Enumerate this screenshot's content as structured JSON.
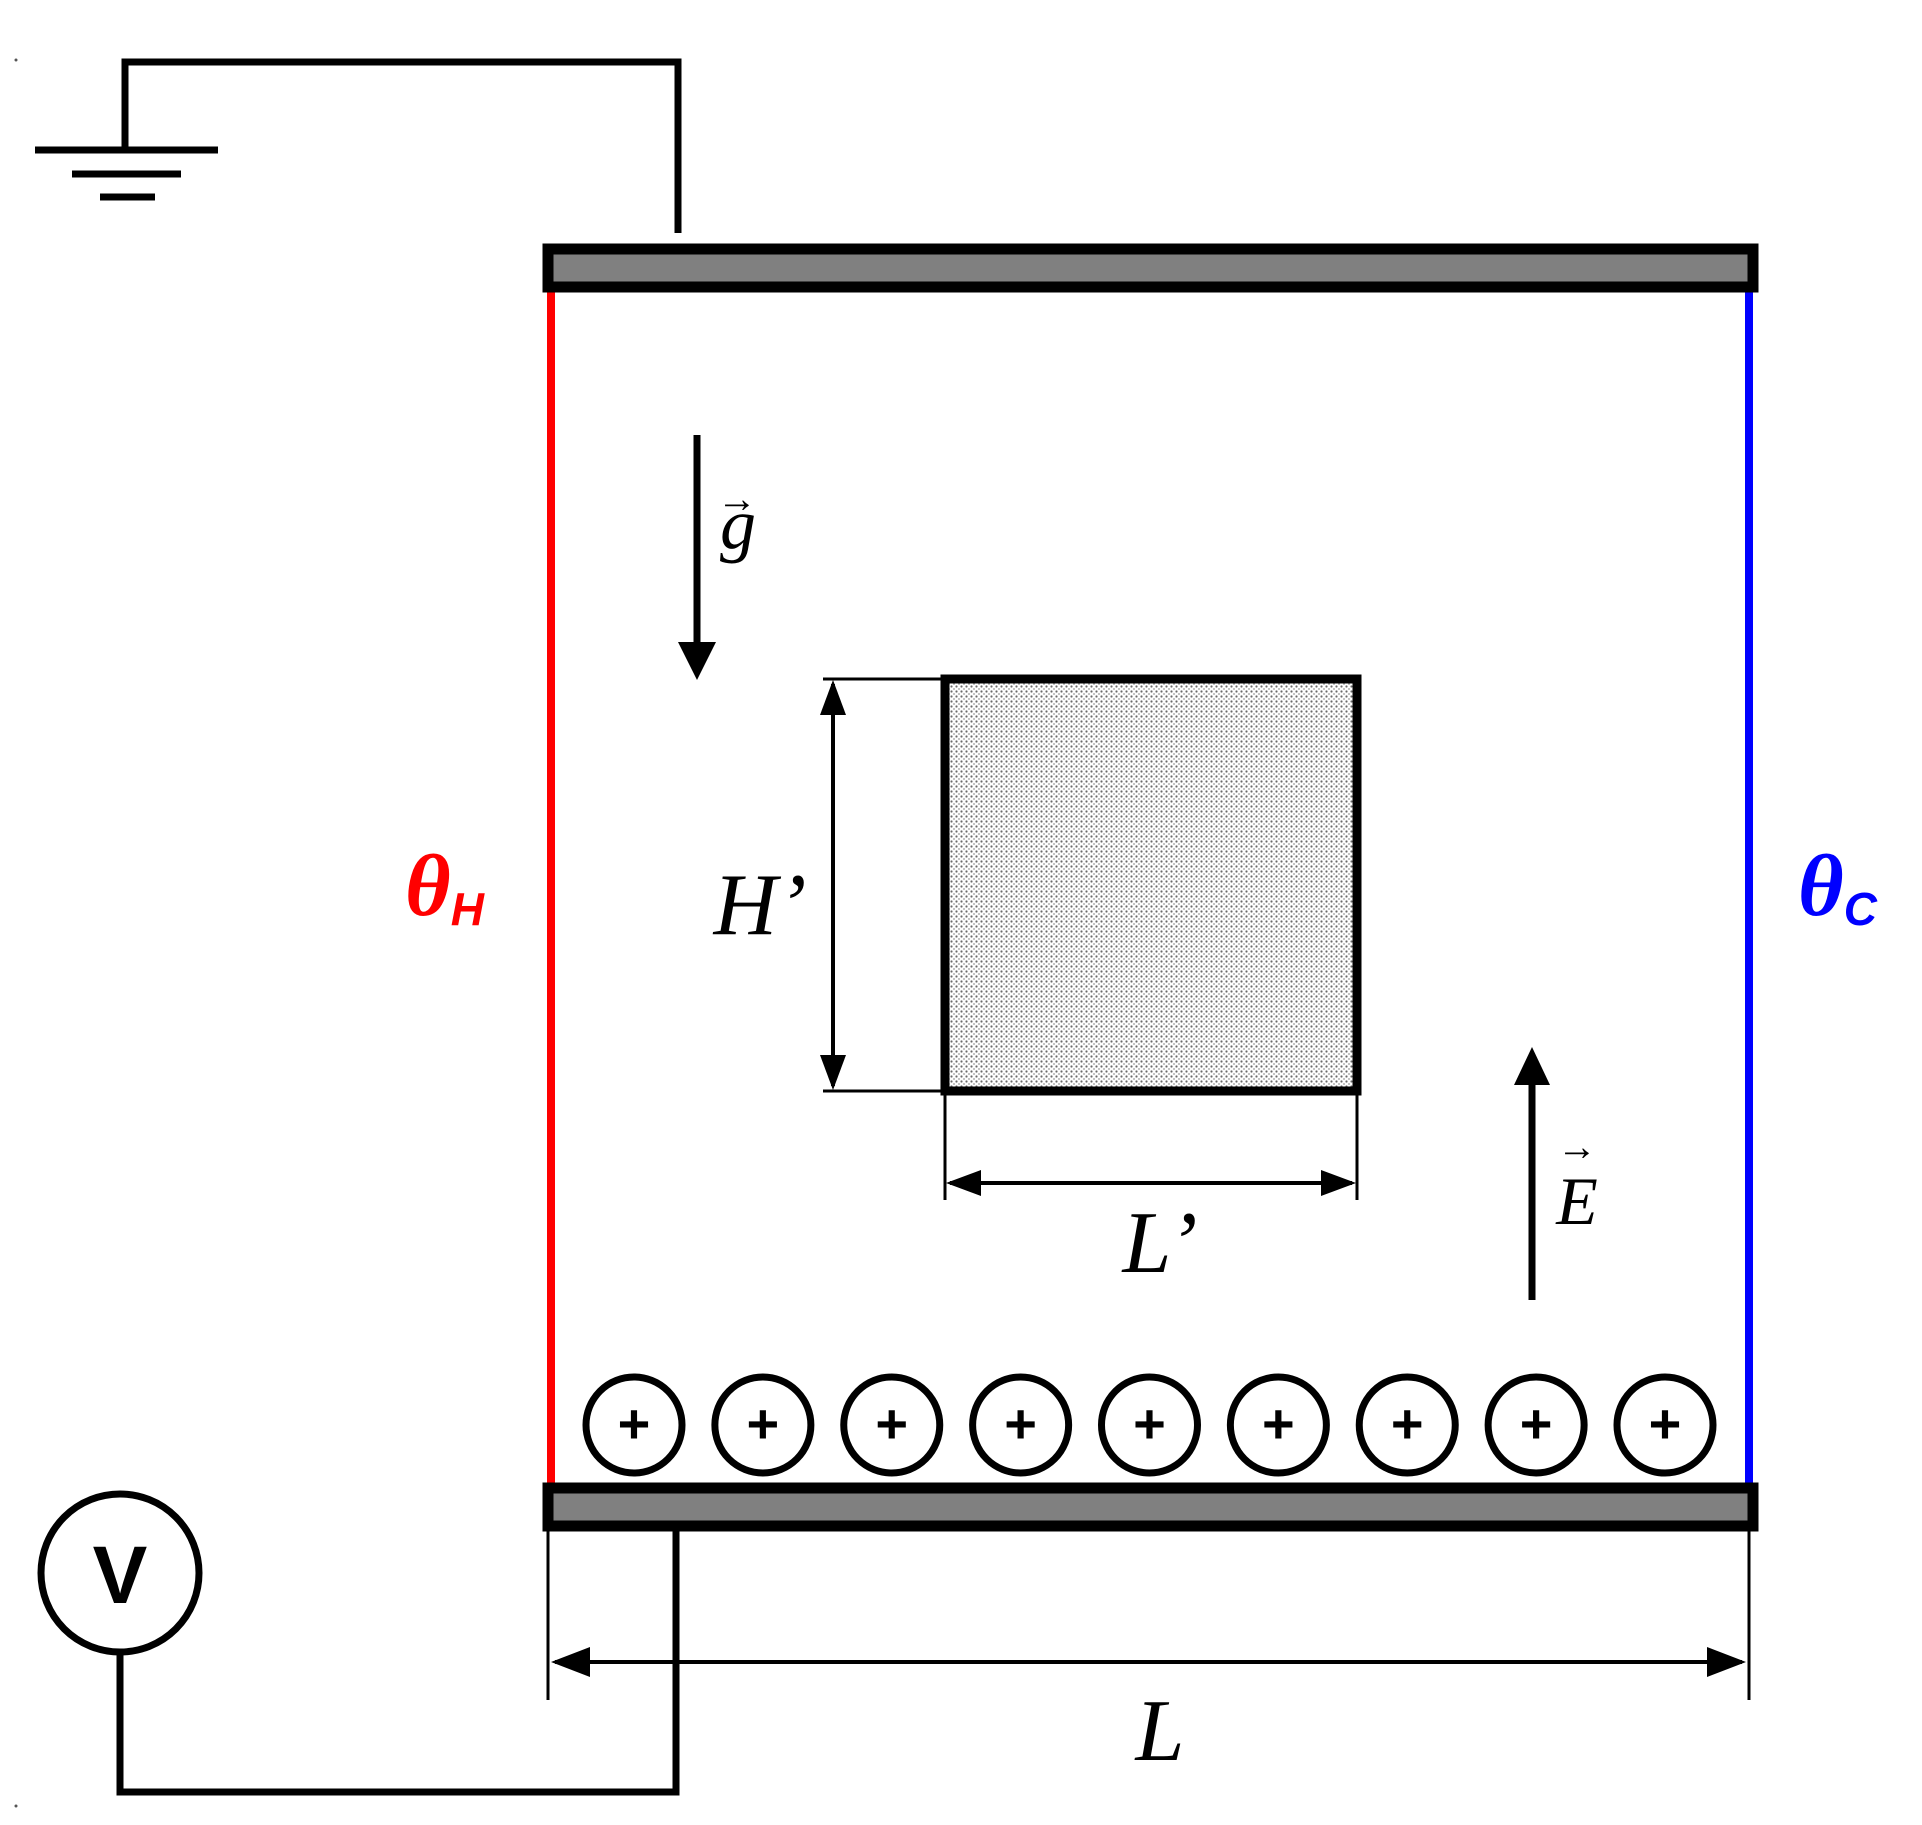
{
  "labels": {
    "hot_wall": "θ",
    "hot_wall_sub": "H",
    "cold_wall": "θ",
    "cold_wall_sub": "C",
    "gravity": "g",
    "electric_field": "E",
    "obstacle_height": "H’",
    "obstacle_length": "L’",
    "cavity_length": "L",
    "voltmeter": "V",
    "charge": "+"
  },
  "colors": {
    "hot_wall": "#ff0000",
    "cold_wall": "#0000ff",
    "electrode": "#808080",
    "obstacle_fill": "#e6e6e6",
    "line": "#000000"
  },
  "charges": [
    "+",
    "+",
    "+",
    "+",
    "+",
    "+",
    "+",
    "+",
    "+"
  ]
}
